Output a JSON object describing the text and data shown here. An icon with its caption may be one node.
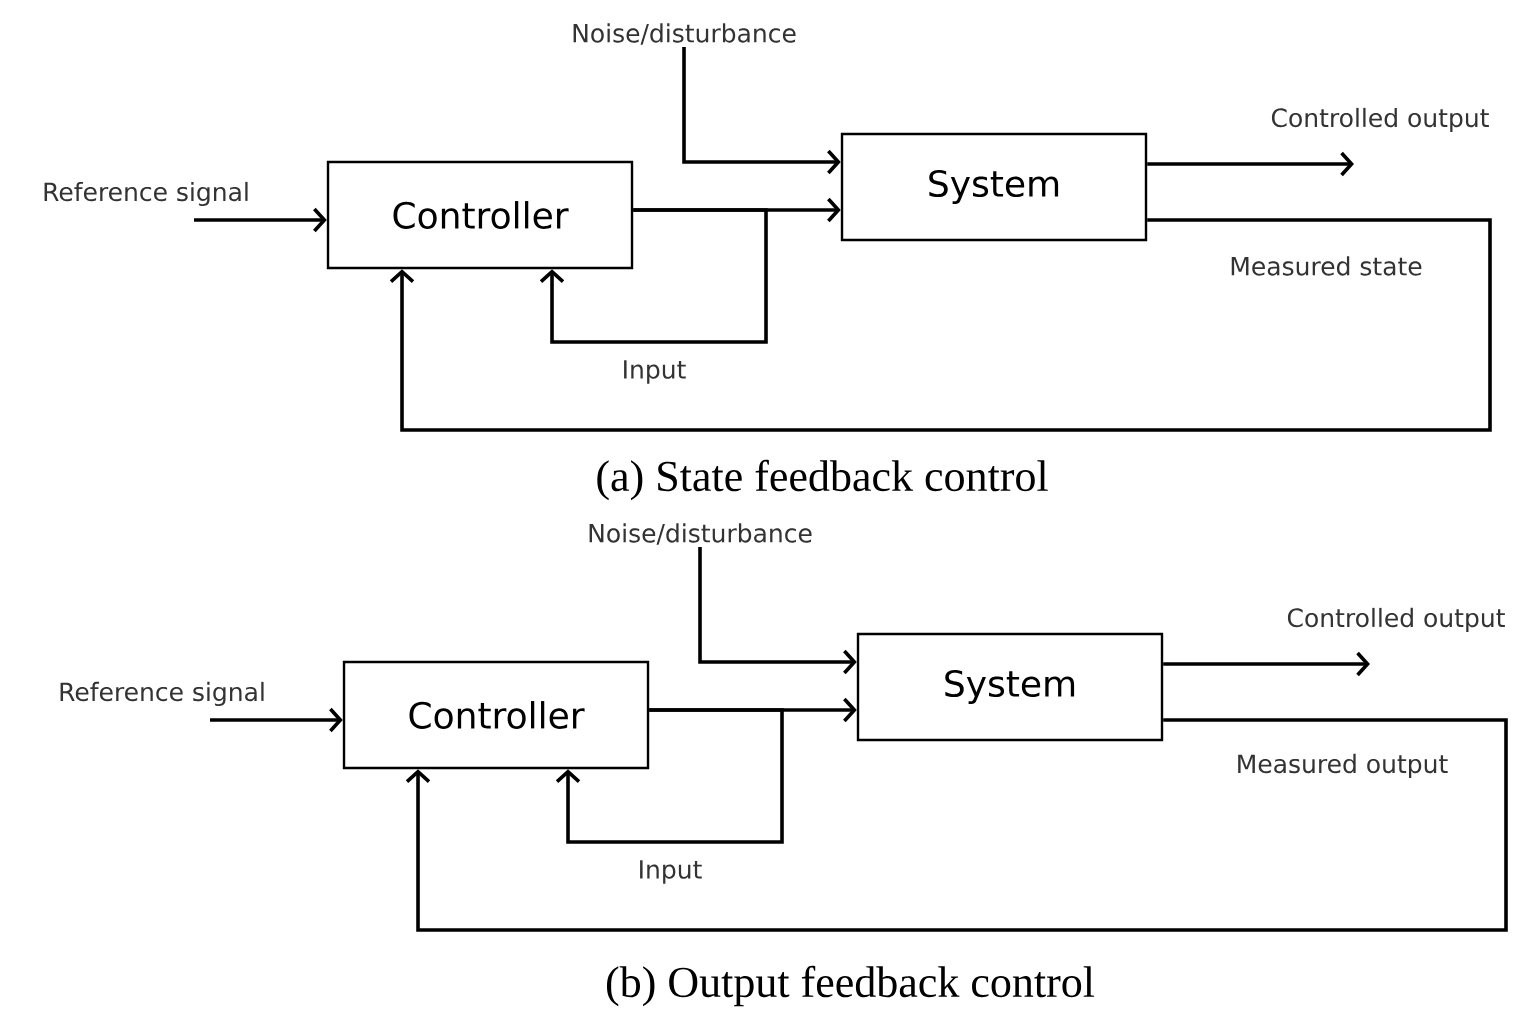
{
  "diagram": {
    "nodes": [
      {
        "text": [
          "Noise/disturbance"
        ]
      },
      {
        "text": [
          "Reference signal"
        ]
      },
      {
        "text": [
          "Controller"
        ]
      },
      {
        "text": [
          "System"
        ]
      },
      {
        "text": [
          "Noise/disturbance"
        ]
      },
      {
        "text": [
          "Reference signal"
        ]
      },
      {
        "text": [
          "Controller"
        ]
      },
      {
        "text": [
          "System"
        ]
      }
    ],
    "edges": [
      {
        "from": 0,
        "to": 3,
        "arrow": "to"
      },
      {
        "from": 1,
        "to": 2,
        "arrow": "to"
      },
      {
        "from": 2,
        "to": 3,
        "arrow": "to"
      },
      {
        "from": 2,
        "to": 2,
        "arrow": "to",
        "label": "Input"
      },
      {
        "from": 3,
        "to": null,
        "arrow": "to",
        "label": "Controlled output"
      },
      {
        "from": 3,
        "to": 2,
        "arrow": "to",
        "label": "Measured state"
      },
      {
        "from": 4,
        "to": 7,
        "arrow": "to"
      },
      {
        "from": 5,
        "to": 6,
        "arrow": "to"
      },
      {
        "from": 6,
        "to": 7,
        "arrow": "to"
      },
      {
        "from": 6,
        "to": 6,
        "arrow": "to",
        "label": "Input"
      },
      {
        "from": 7,
        "to": null,
        "arrow": "to",
        "label": "Controlled output"
      },
      {
        "from": 7,
        "to": 6,
        "arrow": "to",
        "label": "Measured output"
      }
    ],
    "labels": [
      "(a) State feedback control",
      "(b) Output feedback control"
    ]
  }
}
